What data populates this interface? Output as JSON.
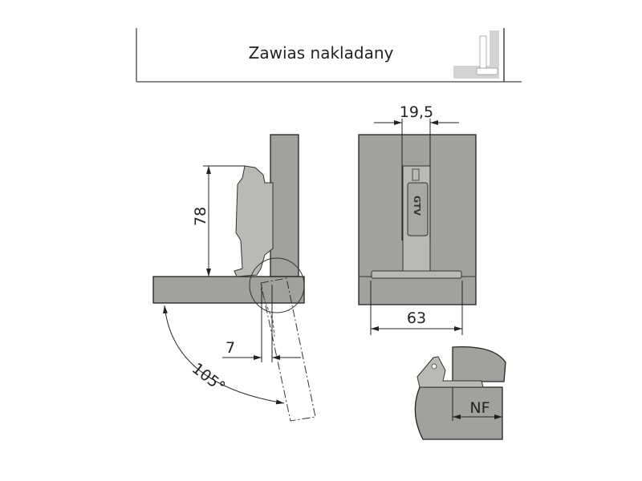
{
  "header": {
    "title": "Zawias nakladany",
    "icon": "overlay-hinge-icon"
  },
  "side_view": {
    "height_dim": "78",
    "offset_dim": "7",
    "angle_dim": "105°"
  },
  "front_view": {
    "arm_width_dim": "19,5",
    "plate_width_dim": "63",
    "brand": "GTV"
  },
  "detail_view": {
    "label": "NF"
  },
  "colors": {
    "panel": "#9fa29d",
    "metal": "#b9bab6",
    "line": "#222222"
  }
}
